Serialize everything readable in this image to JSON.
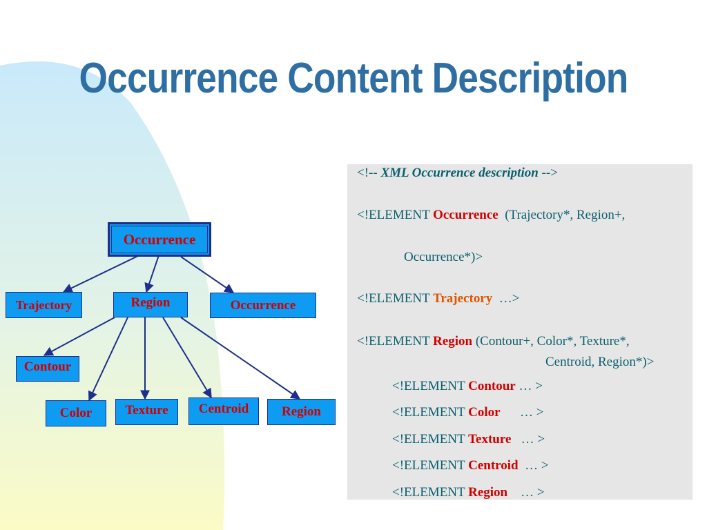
{
  "slide": {
    "title": "Occurrence Content Description",
    "colors": {
      "title": "#2e6ea3",
      "node_fill": "#0e9bf2",
      "node_text": "#d10000",
      "code_text": "#0a5f6e",
      "code_bg": "#e6e6e6"
    }
  },
  "diagram": {
    "nodes": {
      "root": "Occurrence",
      "trajectory": "Trajectory",
      "region": "Region",
      "occurrence_child": "Occurrence",
      "contour": "Contour",
      "color": "Color",
      "texture": "Texture",
      "centroid": "Centroid",
      "region_child": "Region"
    },
    "edges": [
      [
        "root",
        "trajectory"
      ],
      [
        "root",
        "region"
      ],
      [
        "root",
        "occurrence_child"
      ],
      [
        "region",
        "contour"
      ],
      [
        "region",
        "color"
      ],
      [
        "region",
        "texture"
      ],
      [
        "region",
        "centroid"
      ],
      [
        "region",
        "region_child"
      ]
    ]
  },
  "code": {
    "comment_open": "<!-- ",
    "comment_text": "XML Occurrence description",
    "comment_close": " -->",
    "l2_pre": "<!ELEMENT ",
    "l2_kw": "Occurrence",
    "l2_post": "  (Trajectory*, Region+,",
    "l3": "Occurrence*)>",
    "l4_pre": "<!ELEMENT ",
    "l4_kw": "Trajectory",
    "l4_post": "  …>",
    "l5_pre": "<!ELEMENT ",
    "l5_kw": "Region",
    "l5_post": " (Contour+, Color*, Texture*,",
    "l6": "Centroid, Region*)>",
    "l7_pre": "<!ELEMENT ",
    "l7_kw": "Contour",
    "l7_post": " … >",
    "l8_pre": "<!ELEMENT ",
    "l8_kw": "Color",
    "l8_post": "      … >",
    "l9_pre": "<!ELEMENT ",
    "l9_kw": "Texture",
    "l9_post": "   … >",
    "l10_pre": "<!ELEMENT ",
    "l10_kw": "Centroid",
    "l10_post": "  … >",
    "l11_pre": "<!ELEMENT ",
    "l11_kw": "Region",
    "l11_post": "    … >"
  }
}
